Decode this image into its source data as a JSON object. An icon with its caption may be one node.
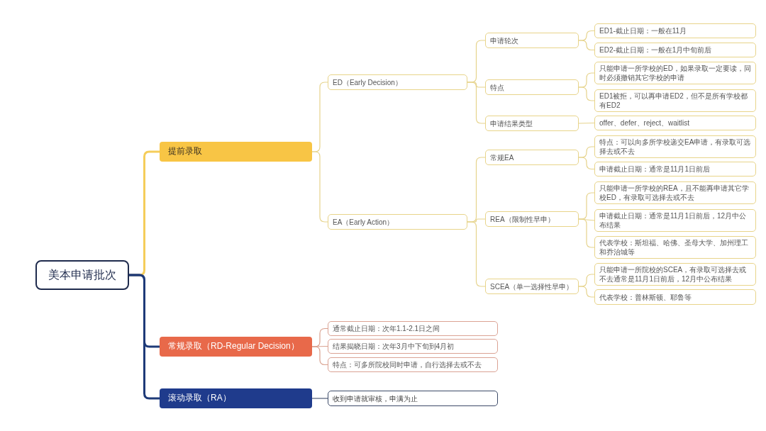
{
  "diagram": {
    "nodes": [
      {
        "text": [
          "美本申请批次"
        ]
      },
      {
        "text": [
          "提前录取"
        ]
      },
      {
        "text": [
          "ED（Early Decision）"
        ]
      },
      {
        "text": [
          "申请轮次"
        ]
      },
      {
        "text": [
          "ED1-截止日期：一般在11月"
        ]
      },
      {
        "text": [
          "ED2-截止日期：一般在1月中旬前后"
        ]
      },
      {
        "text": [
          "特点"
        ]
      },
      {
        "text": [
          "只能申请一所学校的ED，如果录取一定要读，同时必须撤销其它学校的申请"
        ]
      },
      {
        "text": [
          "ED1被拒，可以再申请ED2，但不是所有学校都有ED2"
        ]
      },
      {
        "text": [
          "申请结果类型"
        ]
      },
      {
        "text": [
          "offer、defer、reject、waitlist"
        ]
      },
      {
        "text": [
          "EA（Early Action）"
        ]
      },
      {
        "text": [
          "常规EA"
        ]
      },
      {
        "text": [
          "特点：可以向多所学校递交EA申请，有录取可选择去或不去"
        ]
      },
      {
        "text": [
          "申请截止日期：通常是11月1日前后"
        ]
      },
      {
        "text": [
          "REA（限制性早申）"
        ]
      },
      {
        "text": [
          "只能申请一所学校的REA，且不能再申请其它学校ED，有录取可选择去或不去"
        ]
      },
      {
        "text": [
          "申请截止日期：通常是11月1日前后，12月中公布结果"
        ]
      },
      {
        "text": [
          "代表学校：斯坦福、哈佛、圣母大学、加州理工和乔治城等"
        ]
      },
      {
        "text": [
          "SCEA（单一选择性早申）"
        ]
      },
      {
        "text": [
          "只能申请一所院校的SCEA，有录取可选择去或不去通常是11月1日前后，12月中公布结果"
        ]
      },
      {
        "text": [
          "代表学校：普林斯顿、耶鲁等"
        ]
      },
      {
        "text": [
          "常规录取（RD-Regular Decision）"
        ]
      },
      {
        "text": [
          "通常截止日期：次年1.1-2.1日之间"
        ]
      },
      {
        "text": [
          "结果揭晓日期：次年3月中下旬到4月初"
        ]
      },
      {
        "text": [
          "特点：可多所院校同时申请，自行选择去或不去"
        ]
      },
      {
        "text": [
          "滚动录取（RA）"
        ]
      },
      {
        "text": [
          "收到申请就审核，申满为止"
        ]
      }
    ],
    "edges": [
      {
        "from": 0,
        "to": 1,
        "arrow": "none",
        "style": "thick",
        "color": "#f5cd5a"
      },
      {
        "from": 0,
        "to": 22,
        "arrow": "none",
        "style": "thick",
        "color": "#1e3a78"
      },
      {
        "from": 0,
        "to": 26,
        "arrow": "none",
        "style": "thick",
        "color": "#1e3a78"
      },
      {
        "from": 1,
        "to": 2,
        "arrow": "none"
      },
      {
        "from": 1,
        "to": 11,
        "arrow": "none"
      },
      {
        "from": 2,
        "to": 3,
        "arrow": "none"
      },
      {
        "from": 2,
        "to": 6,
        "arrow": "none"
      },
      {
        "from": 2,
        "to": 9,
        "arrow": "none"
      },
      {
        "from": 3,
        "to": 4,
        "arrow": "none"
      },
      {
        "from": 3,
        "to": 5,
        "arrow": "none"
      },
      {
        "from": 6,
        "to": 7,
        "arrow": "none"
      },
      {
        "from": 6,
        "to": 8,
        "arrow": "none"
      },
      {
        "from": 9,
        "to": 10,
        "arrow": "none"
      },
      {
        "from": 11,
        "to": 12,
        "arrow": "none"
      },
      {
        "from": 11,
        "to": 15,
        "arrow": "none"
      },
      {
        "from": 11,
        "to": 19,
        "arrow": "none"
      },
      {
        "from": 12,
        "to": 13,
        "arrow": "none"
      },
      {
        "from": 12,
        "to": 14,
        "arrow": "none"
      },
      {
        "from": 15,
        "to": 16,
        "arrow": "none"
      },
      {
        "from": 15,
        "to": 17,
        "arrow": "none"
      },
      {
        "from": 15,
        "to": 18,
        "arrow": "none"
      },
      {
        "from": 19,
        "to": 20,
        "arrow": "none"
      },
      {
        "from": 19,
        "to": 21,
        "arrow": "none"
      },
      {
        "from": 22,
        "to": 23,
        "arrow": "none",
        "color": "#d9a08e"
      },
      {
        "from": 22,
        "to": 24,
        "arrow": "none",
        "color": "#d9a08e"
      },
      {
        "from": 22,
        "to": 25,
        "arrow": "none",
        "color": "#d9a08e"
      },
      {
        "from": 26,
        "to": 27,
        "arrow": "none",
        "color": "#2c3a5a"
      }
    ]
  }
}
